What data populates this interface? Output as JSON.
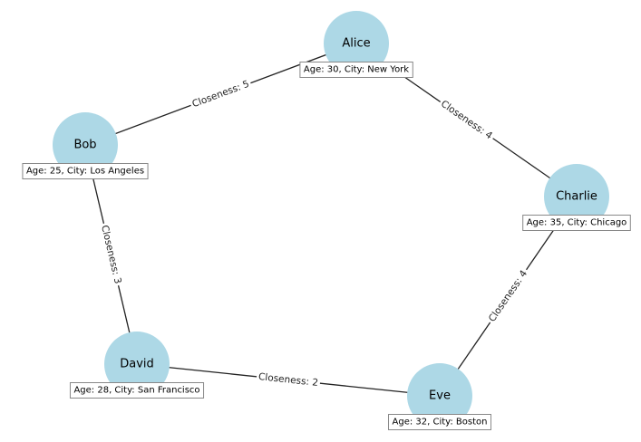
{
  "colors": {
    "node_fill": "#add8e6",
    "edge": "#222222",
    "info_border": "#888888",
    "background": "#ffffff"
  },
  "nodes": [
    {
      "id": "alice",
      "name": "Alice",
      "info": "Age: 30, City: New York"
    },
    {
      "id": "bob",
      "name": "Bob",
      "info": "Age: 25, City: Los Angeles"
    },
    {
      "id": "charlie",
      "name": "Charlie",
      "info": "Age: 35, City: Chicago"
    },
    {
      "id": "david",
      "name": "David",
      "info": "Age: 28, City: San Francisco"
    },
    {
      "id": "eve",
      "name": "Eve",
      "info": "Age: 32, City: Boston"
    }
  ],
  "edges": [
    {
      "source": "alice",
      "target": "bob",
      "label": "Closeness: 5"
    },
    {
      "source": "alice",
      "target": "charlie",
      "label": "Closeness: 4"
    },
    {
      "source": "bob",
      "target": "david",
      "label": "Closeness: 3"
    },
    {
      "source": "charlie",
      "target": "eve",
      "label": "Closeness: 4"
    },
    {
      "source": "david",
      "target": "eve",
      "label": "Closeness: 2"
    }
  ]
}
